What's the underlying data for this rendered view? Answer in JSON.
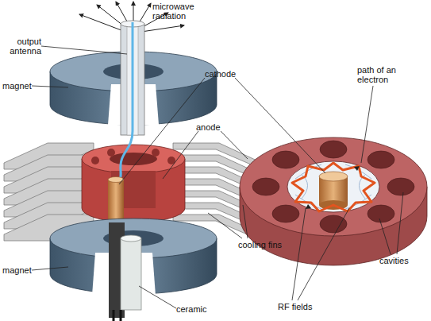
{
  "diagram": {
    "labels": [
      "microwave radiation",
      "output antenna",
      "magnet",
      "cathode",
      "anode",
      "path of an electron",
      "cooling fins",
      "RF fields",
      "cavities",
      "magnet",
      "ceramic"
    ]
  }
}
